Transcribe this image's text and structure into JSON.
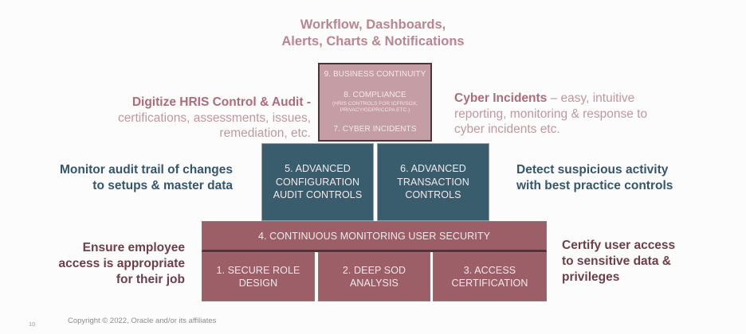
{
  "slide": {
    "title": "Workflow, Dashboards,\nAlerts, Charts & Notifications",
    "footer": {
      "page_number": "10",
      "copyright": "Copyright © 2022, Oracle and/or its affiliates"
    }
  },
  "pyramid": {
    "top_box": {
      "business_continuity": "9. BUSINESS CONTINUITY",
      "compliance": "8. COMPLIANCE",
      "compliance_detail": "(HRIS CONTROLS FOR ICFR/SOX,\nPRIVACY/GDPR/CCPA ETC.)",
      "cyber_incidents": "7. CYBER INCIDENTS"
    },
    "middle_row": {
      "advanced_configuration": "5. ADVANCED CONFIGURATION AUDIT CONTROLS",
      "advanced_transaction": "6. ADVANCED TRANSACTION CONTROLS"
    },
    "user_security_bar": "4. CONTINUOUS MONITORING USER SECURITY",
    "bottom_row": {
      "secure_role": "1. SECURE ROLE DESIGN",
      "deep_sod": "2. DEEP SOD ANALYSIS",
      "access_certification": "3. ACCESS CERTIFICATION"
    }
  },
  "annotations": {
    "digitize_bold": "Digitize HRIS Control & Audit -",
    "digitize_rest": "certifications, assessments, issues,\nremediation, etc.",
    "cyber_bold": "Cyber Incidents",
    "cyber_rest": " – easy, intuitive\nreporting, monitoring & response to\ncyber incidents etc.",
    "monitor": "Monitor audit trail of changes\nto setups & master data",
    "detect": "Detect suspicious activity\nwith best practice controls",
    "ensure": "Ensure employee\naccess is appropriate\nfor their job",
    "certify": "Certify user access\nto sensitive data &\nprivileges"
  },
  "colors": {
    "background": "#fdfcfc",
    "rose_fill": "#c49da5",
    "rose_border": "#523239",
    "teal_fill": "#3a5d6e",
    "maroon_fill": "#9c5f67",
    "maroon_dark_edge": "#573138",
    "mauve_heading": "#b9858f",
    "mauve_bold": "#ad6b77",
    "mauve_body": "#c0979e",
    "teal_text": "#33566d",
    "maroon_text": "#6d3e49",
    "box_text": "#f2eaec",
    "footer_gray": "#8e8a8b"
  }
}
